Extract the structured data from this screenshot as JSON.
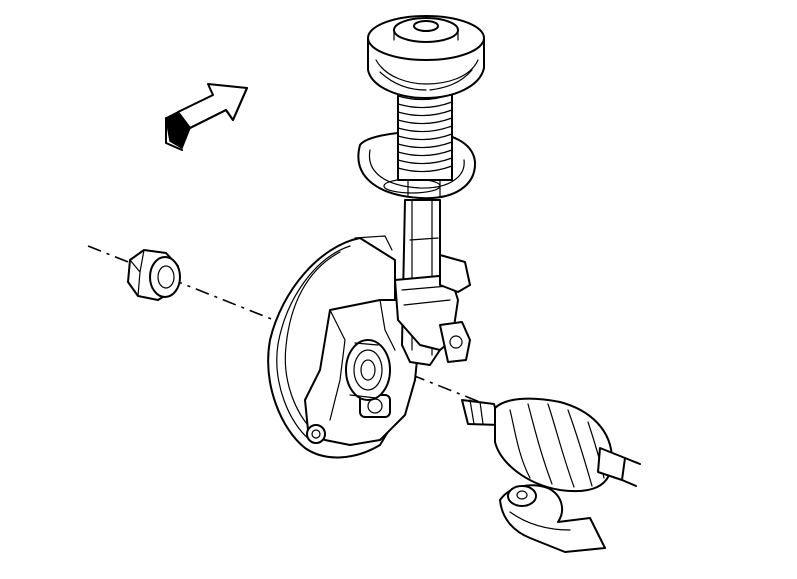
{
  "diagram": {
    "parts": [
      {
        "id": "direction-arrow",
        "icon": "arrow-right-icon"
      },
      {
        "id": "strut-top-mount"
      },
      {
        "id": "coil-spring"
      },
      {
        "id": "spring-seat"
      },
      {
        "id": "strut-body"
      },
      {
        "id": "brake-backing-plate"
      },
      {
        "id": "steering-knuckle"
      },
      {
        "id": "wheel-hub-bearing"
      },
      {
        "id": "hub-nut"
      },
      {
        "id": "drive-axle-cv-joint"
      },
      {
        "id": "lower-control-arm"
      }
    ],
    "colors": {
      "stroke": "#000000",
      "background": "#ffffff"
    }
  }
}
